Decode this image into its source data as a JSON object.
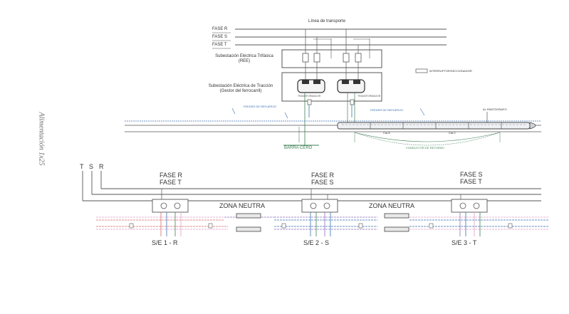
{
  "side_label": "Alimentación 1x25",
  "top": {
    "transport_line": "Línea de transporte",
    "phases": [
      "FASE R",
      "FASE S",
      "FASE T"
    ],
    "trifasica_1": "Subestación Eléctrica Trifásica",
    "trifasica_2": "(REE)",
    "traccion_1": "Subestación Eléctrica de Tracción",
    "traccion_2": "(Gestor del ferrocarril)",
    "legend": "INTERRUPTOR/SECCIONADOR",
    "pantografo": "AL PANTÓGRAFO",
    "feeder_left": "FEEDER DE REFUERZO",
    "feeder_mid": "FEEDER DE REFUERZO",
    "barra_cero": "BARRA CERO",
    "conductor_note": "CONDUCTOR DE RETORNO",
    "car_labels": [
      "Car.8",
      "Car.2"
    ]
  },
  "bottom": {
    "bus_labels": [
      "T",
      "S",
      "R"
    ],
    "stations": [
      {
        "phase_a": "FASE R",
        "phase_b": "FASE T",
        "label": "S/E 1 - R"
      },
      {
        "phase_a": "FASE R",
        "phase_b": "FASE S",
        "label": "S/E 2 - S"
      },
      {
        "phase_a": "FASE S",
        "phase_b": "FASE T",
        "label": "S/E 3 - T"
      }
    ],
    "neutral_zones": [
      "ZONA NEUTRA",
      "ZONA NEUTRA"
    ]
  },
  "colors": {
    "line": "#555555",
    "blue": "#3b6fb0",
    "green": "#3f7f55",
    "red": "#d46a6a",
    "pink": "#e0a0c8",
    "purple": "#8d6fb8"
  }
}
